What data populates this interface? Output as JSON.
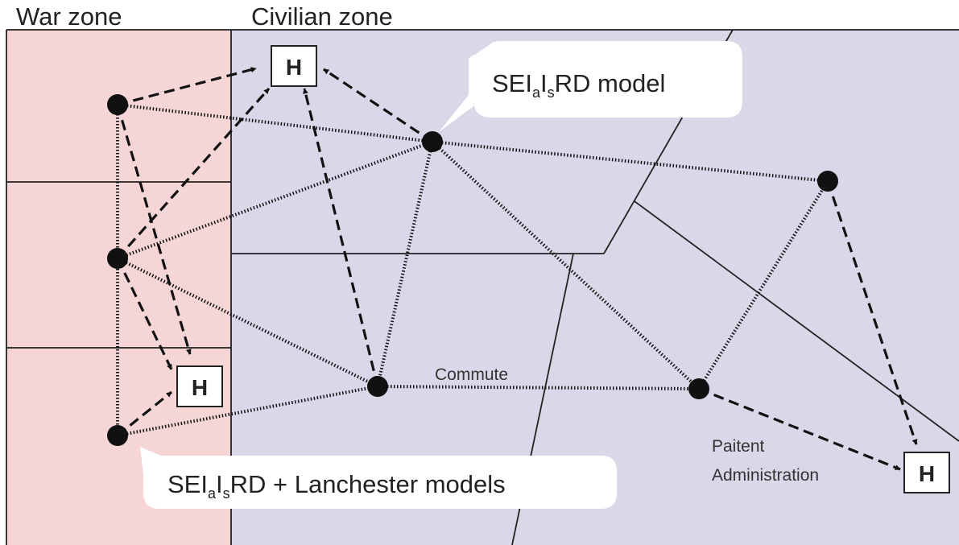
{
  "zones": {
    "war_label": "War zone",
    "civilian_label": "Civilian zone"
  },
  "callouts": {
    "top": {
      "pre": "SEI",
      "sub1": "a",
      "mid": "I",
      "sub2": "s",
      "post": "RD model"
    },
    "bottom": {
      "pre": "SEI",
      "sub1": "a",
      "mid": "I",
      "sub2": "s",
      "post": "RD + Lanchester models"
    }
  },
  "labels": {
    "commute": "Commute",
    "patient_admin_line1": "Paitent",
    "patient_admin_line2": "Administration"
  },
  "hospitals": {
    "letter": "H"
  },
  "colors": {
    "war_zone": "#f5d5d6",
    "civilian_zone": "#d9d8e8",
    "node": "#111111",
    "callout_bg": "#ffffff"
  }
}
